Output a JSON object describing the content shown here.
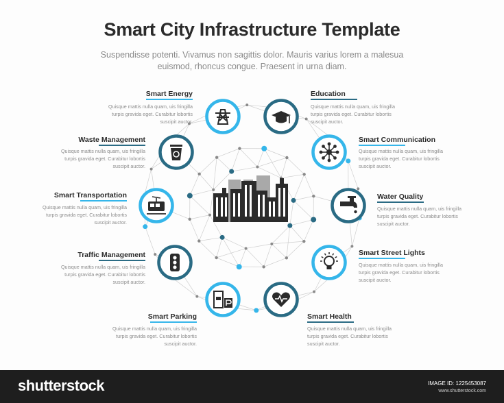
{
  "header": {
    "title": "Smart City Infrastructure Template",
    "subtitle": "Suspendisse potenti. Vivamus non sagittis dolor. Mauris varius lorem a malesua euismod, rhoncus congue. Praesent in urna diam."
  },
  "colors": {
    "light_blue": "#35b6ea",
    "dark_teal": "#2a6b84",
    "icon": "#2b2b2b",
    "line": "#cfcfcf"
  },
  "items": [
    {
      "key": "smart-energy",
      "label": "Smart Energy",
      "icon": "power-tower-icon",
      "ring": "light",
      "desc": [
        "Quisque mattis nulla quam,  uis fringilla",
        "turpis gravida eget. Curabitur lobortis",
        "suscipit auctor."
      ]
    },
    {
      "key": "education",
      "label": "Education",
      "icon": "graduation-cap-icon",
      "ring": "dark",
      "desc": [
        "Quisque mattis nulla quam,  uis fringilla",
        "turpis gravida eget. Curabitur lobortis",
        "suscipit auctor."
      ]
    },
    {
      "key": "waste-management",
      "label": "Waste Management",
      "icon": "recycle-bin-icon",
      "ring": "dark",
      "desc": [
        "Quisque mattis nulla quam,  uis fringilla",
        "turpis gravida eget. Curabitur lobortis",
        "suscipit auctor."
      ]
    },
    {
      "key": "smart-communication",
      "label": "Smart Communication",
      "icon": "network-hub-icon",
      "ring": "light",
      "desc": [
        "Quisque mattis nulla quam,  uis fringilla",
        "turpis gravida eget. Curabitur lobortis",
        "suscipit auctor."
      ]
    },
    {
      "key": "smart-transportation",
      "label": "Smart Transportation",
      "icon": "tram-icon",
      "ring": "light",
      "desc": [
        "Quisque mattis nulla quam,  uis fringilla",
        "turpis gravida eget. Curabitur lobortis",
        "suscipit auctor."
      ]
    },
    {
      "key": "water-quality",
      "label": "Water Quality",
      "icon": "water-tap-icon",
      "ring": "dark",
      "desc": [
        "Quisque mattis nulla quam,  uis fringilla",
        "turpis gravida eget. Curabitur lobortis",
        "suscipit auctor."
      ]
    },
    {
      "key": "traffic-management",
      "label": "Traffic Management",
      "icon": "traffic-light-icon",
      "ring": "dark",
      "desc": [
        "Quisque mattis nulla quam,  uis fringilla",
        "turpis gravida eget. Curabitur lobortis",
        "suscipit auctor."
      ]
    },
    {
      "key": "smart-street-lights",
      "label": "Smart Street Lights",
      "icon": "light-bulb-icon",
      "ring": "light",
      "desc": [
        "Quisque mattis nulla quam,  uis fringilla",
        "turpis gravida eget. Curabitur lobortis",
        "suscipit auctor."
      ]
    },
    {
      "key": "smart-parking",
      "label": "Smart Parking",
      "icon": "parking-icon",
      "ring": "light",
      "desc": [
        "Quisque mattis nulla quam,  uis fringilla",
        "turpis gravida eget. Curabitur lobortis",
        "suscipit auctor."
      ]
    },
    {
      "key": "smart-health",
      "label": "Smart Health",
      "icon": "heart-pulse-icon",
      "ring": "dark",
      "desc": [
        "Quisque mattis nulla quam,  uis fringilla",
        "turpis gravida eget. Curabitur lobortis",
        "suscipit auctor."
      ]
    }
  ],
  "center_icon": "city-skyline-icon",
  "footer": {
    "brand": "shutterstock",
    "image_id": "IMAGE ID: 1225453087",
    "site": "www.shutterstock.com"
  }
}
